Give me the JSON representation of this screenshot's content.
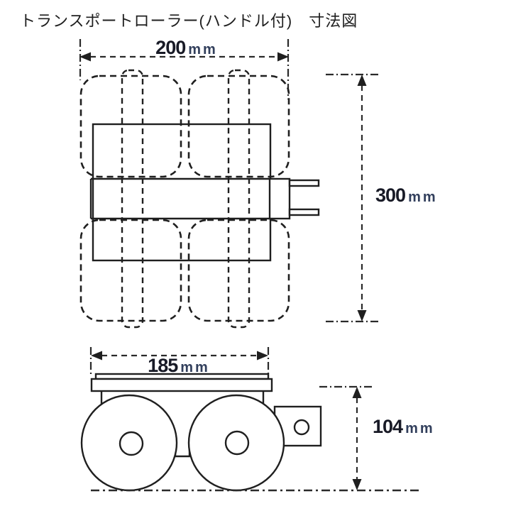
{
  "title": "トランスポートローラー(ハンドル付)　寸法図",
  "dimensions": {
    "top_width": {
      "value": "200",
      "unit": "mm"
    },
    "top_height": {
      "value": "300",
      "unit": "mm"
    },
    "side_width": {
      "value": "185",
      "unit": "mm"
    },
    "side_height": {
      "value": "104",
      "unit": "mm"
    }
  },
  "colors": {
    "line": "#1f1f1f",
    "dimension_value_text": "#181a26",
    "dimension_unit_text": "#323f5c",
    "background": "#ffffff"
  }
}
